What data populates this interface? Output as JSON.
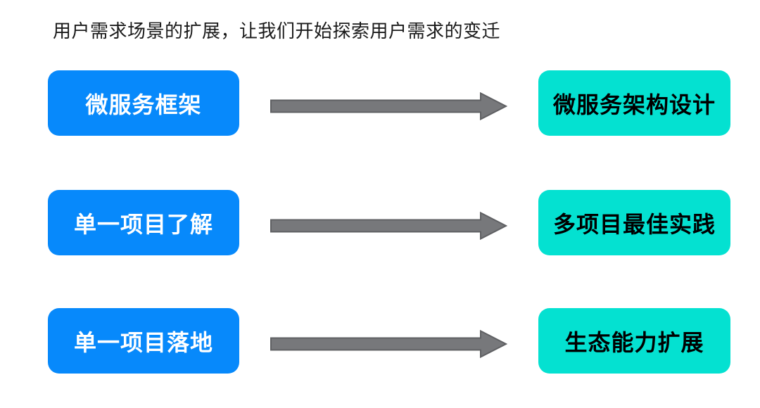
{
  "title": "用户需求场景的扩展，让我们开始探索用户需求的变迁",
  "rows": [
    {
      "from": "微服务框架",
      "to": "微服务架构设计"
    },
    {
      "from": "单一项目了解",
      "to": "多项目最佳实践"
    },
    {
      "from": "单一项目落地",
      "to": "生态能力扩展"
    }
  ],
  "colors": {
    "background": "#FFFFFF",
    "title_text": "#1A1A1A",
    "source_box": "#0789FB",
    "source_text": "#FFFFFF",
    "target_box": "#04E1D1",
    "target_text": "#000000",
    "arrow_fill": "#77787B",
    "arrow_outline": "#5F6063"
  }
}
